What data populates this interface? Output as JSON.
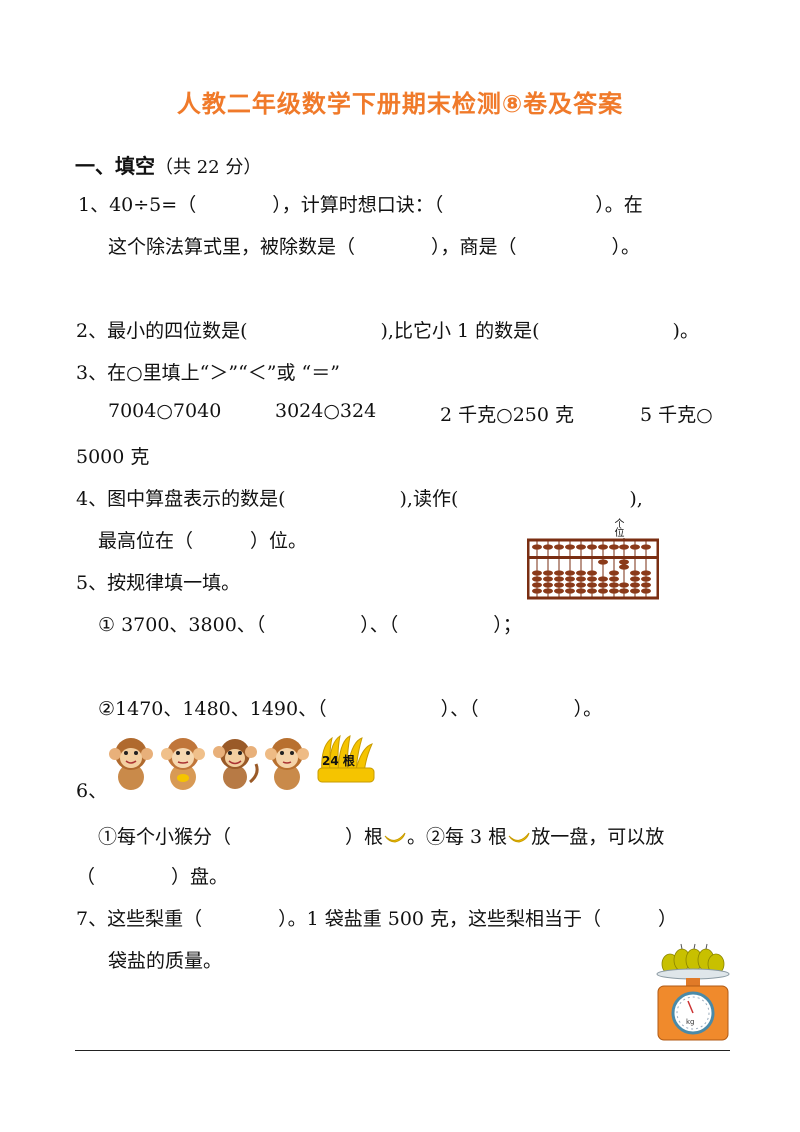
{
  "title": "人教二年级数学下册期末检测⑧卷及答案",
  "section1": {
    "heading": "一、填空",
    "points": "（共 22 分）"
  },
  "q1": {
    "line1": "1、40÷5=（　　　　），计算时想口诀：（　　　　　　　　）。在",
    "line2": "这个除法算式里，被除数是（　　　　），商是（　　　　　）。"
  },
  "q2": {
    "line1": "2、最小的四位数是(　　　　　　　),比它小 1 的数是(　　　　　　　)。"
  },
  "q3": {
    "line1": "3、在○里填上“＞”“＜”或 “＝”",
    "items": [
      "7004○7040",
      "3024○324",
      "2 千克○250 克",
      "5 千克○"
    ],
    "wrap": "5000 克"
  },
  "q4": {
    "line1": "4、图中算盘表示的数是(　　　　　　),读作(　　　　　　　　　),",
    "line2": "最高位在（　　　）位。",
    "abacus_label": "个位"
  },
  "q5": {
    "line1": "5、按规律填一填。",
    "sub1": "①  3700、3800、（　　　　　）、（　　　　　）；",
    "sub2": "②1470、1480、1490、（　　　　　　）、（　　　　　）。"
  },
  "q6": {
    "num": "6、",
    "banana_label": "24 根",
    "line1_a": "①每个小猴分（　　　　　　）根",
    "line1_b": "。②每 3 根",
    "line1_c": "放一盘，可以放",
    "line2": "（　　　　）盘。"
  },
  "q7": {
    "line1": "7、这些梨重（　　　　）。1 袋盐重 500 克，这些梨相当于（　　　）",
    "line2": "袋盐的质量。",
    "scale_unit": "kg"
  },
  "colors": {
    "title": "#f07a2a",
    "abacus_frame": "#7a2e12",
    "bead": "#8a3a1a",
    "banana": "#f5c400",
    "scale": "#f08a2c"
  }
}
